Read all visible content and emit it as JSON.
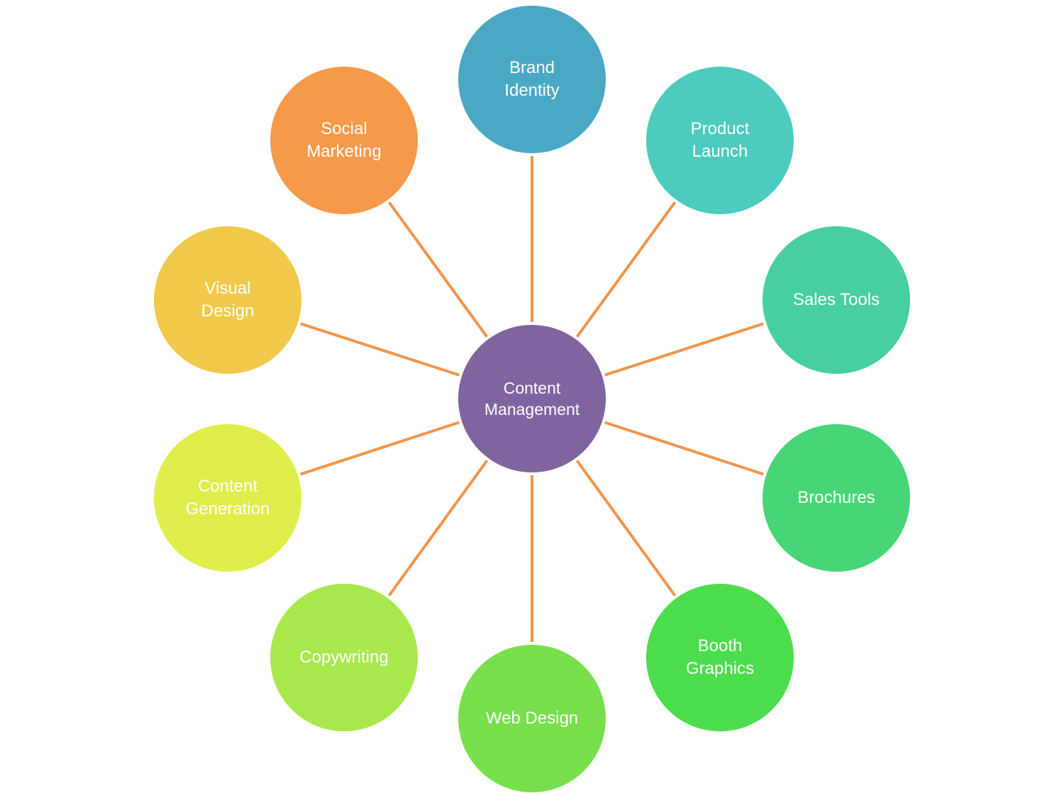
{
  "diagram": {
    "connector_color": "#F0954A",
    "hub": {
      "label": "Content\nManagement",
      "color": "#7F64A0"
    },
    "nodes": [
      {
        "id": "brand-identity",
        "label": "Brand\nIdentity",
        "color": "#4BA8C4"
      },
      {
        "id": "product-launch",
        "label": "Product\nLaunch",
        "color": "#4CCBBE"
      },
      {
        "id": "sales-tools",
        "label": "Sales Tools",
        "color": "#47CF9F"
      },
      {
        "id": "brochures",
        "label": "Brochures",
        "color": "#47D577"
      },
      {
        "id": "booth-graphics",
        "label": "Booth\nGraphics",
        "color": "#4CDD4C"
      },
      {
        "id": "web-design",
        "label": "Web Design",
        "color": "#77E04C"
      },
      {
        "id": "copywriting",
        "label": "Copywriting",
        "color": "#A9E84C"
      },
      {
        "id": "content-generation",
        "label": "Content\nGeneration",
        "color": "#E0EE4B"
      },
      {
        "id": "visual-design",
        "label": "Visual\nDesign",
        "color": "#F1C94A"
      },
      {
        "id": "social-marketing",
        "label": "Social\nMarketing",
        "color": "#F5994A"
      }
    ]
  }
}
